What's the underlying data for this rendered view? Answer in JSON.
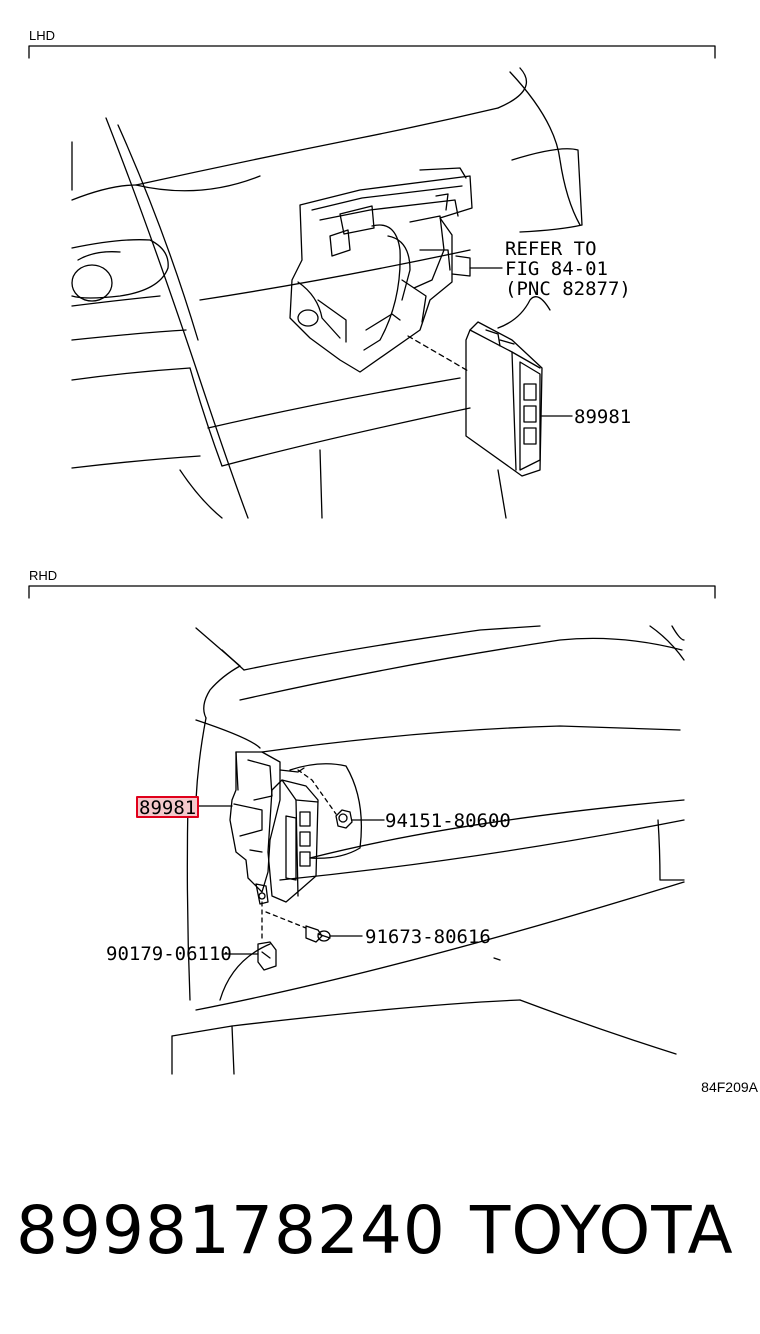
{
  "sections": {
    "lhd": {
      "label": "LHD"
    },
    "rhd": {
      "label": "RHD"
    }
  },
  "lhd_callouts": {
    "refer_line1": "REFER TO",
    "refer_line2": "FIG 84-01",
    "refer_line3": "(PNC 82877)",
    "module": "89981"
  },
  "rhd_callouts": {
    "module": "89981",
    "nut": "94151-80600",
    "bolt": "91673-80616",
    "clip": "90179-06110"
  },
  "figure_code": "84F209A",
  "footer": {
    "part_number": "8998178240",
    "brand": "TOYOTA"
  },
  "colors": {
    "highlight": "#e0001b",
    "highlight_fill": "#f4c9cc"
  }
}
